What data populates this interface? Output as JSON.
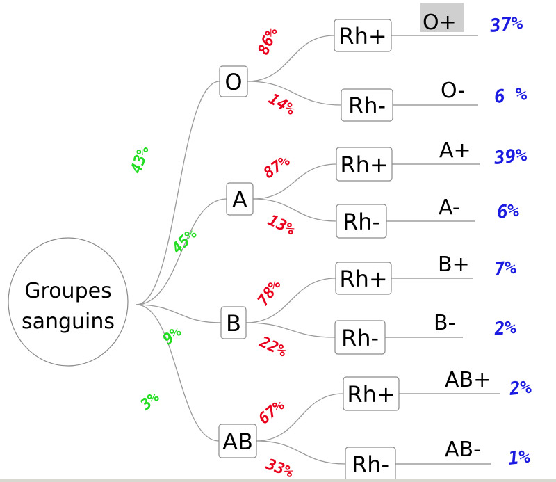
{
  "colors": {
    "group_pct": "#22dd22",
    "rh_pct": "#e8001c",
    "leaf_pct": "#1a1ae0",
    "selected_bg": "#cfcfcf"
  },
  "root": {
    "line1": "Groupes",
    "line2": "sanguins"
  },
  "groups": [
    {
      "label": "O",
      "pct": "43%",
      "rh": [
        {
          "label": "Rh+",
          "pct": "86%",
          "leaf": "O+",
          "leaf_pct": "37%",
          "selected": true
        },
        {
          "label": "Rh-",
          "pct": "14%",
          "leaf": "O-",
          "leaf_pct": "6 %"
        }
      ]
    },
    {
      "label": "A",
      "pct": "45%",
      "rh": [
        {
          "label": "Rh+",
          "pct": "87%",
          "leaf": "A+",
          "leaf_pct": "39%"
        },
        {
          "label": "Rh-",
          "pct": "13%",
          "leaf": "A-",
          "leaf_pct": "6%"
        }
      ]
    },
    {
      "label": "B",
      "pct": "9%",
      "rh": [
        {
          "label": "Rh+",
          "pct": "78%",
          "leaf": "B+",
          "leaf_pct": "7%"
        },
        {
          "label": "Rh-",
          "pct": "22%",
          "leaf": "B-",
          "leaf_pct": "2%"
        }
      ]
    },
    {
      "label": "AB",
      "pct": "3%",
      "rh": [
        {
          "label": "Rh+",
          "pct": "67%",
          "leaf": "AB+",
          "leaf_pct": "2%"
        },
        {
          "label": "Rh-",
          "pct": "33%",
          "leaf": "AB-",
          "leaf_pct": "1%"
        }
      ]
    }
  ]
}
